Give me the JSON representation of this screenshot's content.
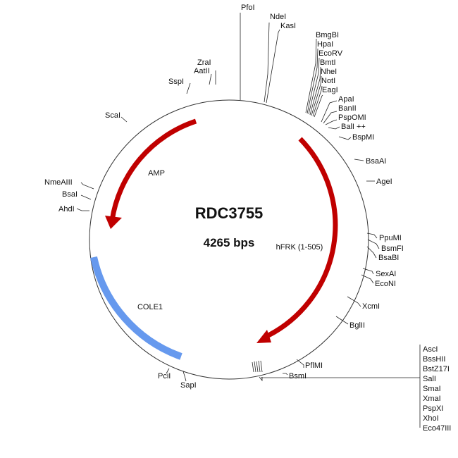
{
  "plasmid": {
    "name": "RDC3755",
    "size_label": "4265 bps",
    "size_bp": 4265
  },
  "colors": {
    "backbone": "#333333",
    "arrow_red": "#c00000",
    "ori_blue": "#6699ee",
    "leader": "#222222"
  },
  "features": [
    {
      "id": "amp",
      "label": "AMP",
      "type": "arrow",
      "direction": "ccw",
      "color": "#c00000"
    },
    {
      "id": "hfrk",
      "label": "hFRK (1-505)",
      "type": "arrow",
      "direction": "cw",
      "color": "#c00000"
    },
    {
      "id": "cole1",
      "label": "COLE1",
      "type": "arc",
      "color": "#6699ee"
    }
  ],
  "sites": {
    "pfoi": "PfoI",
    "ndei": "NdeI",
    "kasi": "KasI",
    "bmgbi": "BmgBI",
    "hpai": "HpaI",
    "ecorv": "EcoRV",
    "bmti": "BmtI",
    "nhei": "NheI",
    "noti": "NotI",
    "eagi": "EagI",
    "apai": "ApaI",
    "banii": "BanII",
    "pspomi": "PspOMI",
    "bali": "BalI ++",
    "bspmi": "BspMI",
    "bsaai": "BsaAI",
    "agei": "AgeI",
    "ppumi": "PpuMI",
    "bsmfi": "BsmFI",
    "bsabi": "BsaBI",
    "sexai": "SexAI",
    "econi": "EcoNI",
    "xcmi": "XcmI",
    "bglii": "BglII",
    "pflmi": "PflMI",
    "bsmi": "BsmI",
    "sapi": "SapI",
    "pcii": "PciI",
    "ahdi": "AhdI",
    "bsai": "BsaI",
    "nmeaiii": "NmeAIII",
    "scai": "ScaI",
    "sspi": "SspI",
    "aatii": "AatII",
    "zrai": "ZraI",
    "mcs": [
      "AscI",
      "BssHII",
      "BstZ17I",
      "SalI",
      "SmaI",
      "XmaI",
      "PspXI",
      "XhoI",
      "Eco47III"
    ]
  }
}
